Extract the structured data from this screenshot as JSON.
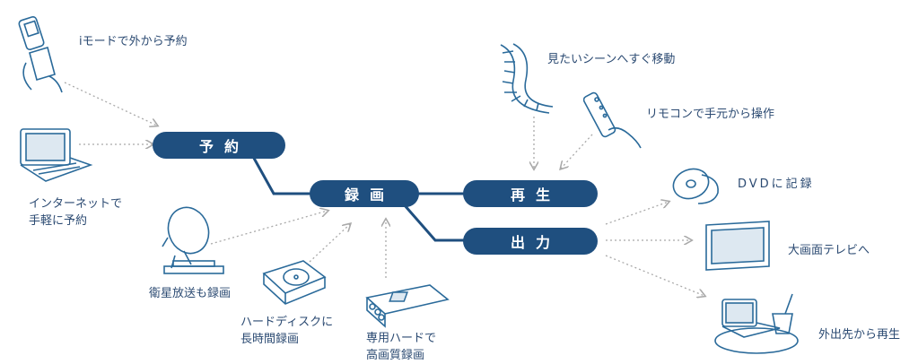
{
  "nodes": {
    "yoyaku": "予約",
    "rokuga": "録画",
    "saisei": "再生",
    "shutsuryoku": "出力"
  },
  "labels": {
    "imode": "iモードで外から予約",
    "internet_1": "インターネットで",
    "internet_2": "手軽に予約",
    "eisei": "衛星放送も録画",
    "hdd_1": "ハードディスクに",
    "hdd_2": "長時間録画",
    "senyo_1": "専用ハードで",
    "senyo_2": "高画質録画",
    "scene": "見たいシーンへすぐ移動",
    "remocon": "リモコンで手元から操作",
    "dvd": "DVDに記録",
    "tv": "大画面テレビへ",
    "gaishutsu": "外出先から再生"
  },
  "colors": {
    "node": "#1f4f7f",
    "text": "#2b4a72",
    "icon": "#2a6a9a",
    "arrow": "#a9a9a9"
  },
  "icons": [
    "mobile-phone-icon",
    "laptop-icon",
    "satellite-dish-icon",
    "hard-disk-icon",
    "capture-card-icon",
    "film-strip-icon",
    "remote-control-icon",
    "dvd-disc-icon",
    "widescreen-tv-icon",
    "laptop-drink-icon"
  ]
}
